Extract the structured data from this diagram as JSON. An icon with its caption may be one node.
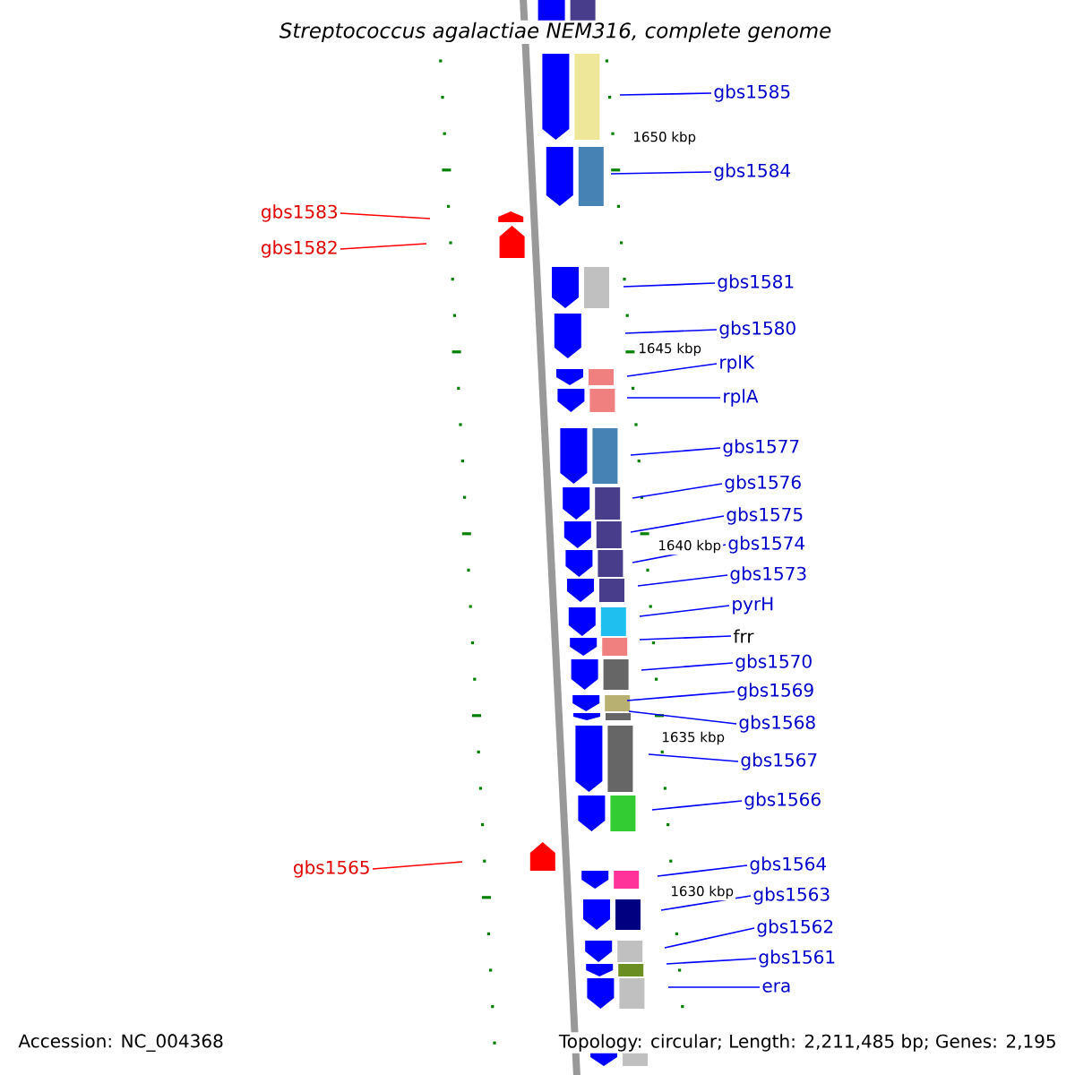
{
  "diagram": {
    "title": "Streptococcus agalactiae NEM316, complete genome",
    "nodes": [
      {
        "text": [
          "gbs1585"
        ]
      },
      {
        "text": [
          "gbs1584"
        ]
      },
      {
        "text": [
          "gbs1583"
        ]
      },
      {
        "text": [
          "gbs1582"
        ]
      },
      {
        "text": [
          "gbs1581"
        ]
      },
      {
        "text": [
          "gbs1580"
        ]
      },
      {
        "text": [
          "rplK"
        ]
      },
      {
        "text": [
          "rplA"
        ]
      },
      {
        "text": [
          "gbs1577"
        ]
      },
      {
        "text": [
          "gbs1576"
        ]
      },
      {
        "text": [
          "gbs1575"
        ]
      },
      {
        "text": [
          "gbs1574"
        ]
      },
      {
        "text": [
          "gbs1573"
        ]
      },
      {
        "text": [
          "pyrH"
        ]
      },
      {
        "text": [
          "frr"
        ]
      },
      {
        "text": [
          "gbs1570"
        ]
      },
      {
        "text": [
          "gbs1569"
        ]
      },
      {
        "text": [
          "gbs1568"
        ]
      },
      {
        "text": [
          "gbs1567"
        ]
      },
      {
        "text": [
          "gbs1566"
        ]
      },
      {
        "text": [
          "gbs1564"
        ]
      },
      {
        "text": [
          "gbs1565"
        ]
      },
      {
        "text": [
          "gbs1563"
        ]
      },
      {
        "text": [
          "gbs1562"
        ]
      },
      {
        "text": [
          "gbs1561"
        ]
      },
      {
        "text": [
          "era"
        ]
      }
    ],
    "edges": [
      {
        "from": 0,
        "to": null,
        "arrow": "none"
      },
      {
        "from": 1,
        "to": null,
        "arrow": "none"
      },
      {
        "from": 2,
        "to": null,
        "arrow": "none",
        "color": "#ff0000"
      },
      {
        "from": 3,
        "to": null,
        "arrow": "none",
        "color": "#ff0000"
      },
      {
        "from": 4,
        "to": null,
        "arrow": "none"
      },
      {
        "from": 5,
        "to": null,
        "arrow": "none"
      },
      {
        "from": 6,
        "to": null,
        "arrow": "none"
      },
      {
        "from": 7,
        "to": null,
        "arrow": "none"
      },
      {
        "from": 8,
        "to": null,
        "arrow": "none"
      },
      {
        "from": 9,
        "to": null,
        "arrow": "none"
      },
      {
        "from": 10,
        "to": null,
        "arrow": "none"
      },
      {
        "from": 11,
        "to": null,
        "arrow": "none"
      },
      {
        "from": 12,
        "to": null,
        "arrow": "none"
      },
      {
        "from": 13,
        "to": null,
        "arrow": "none"
      },
      {
        "from": 14,
        "to": null,
        "arrow": "none"
      },
      {
        "from": 15,
        "to": null,
        "arrow": "none"
      },
      {
        "from": 16,
        "to": null,
        "arrow": "none"
      },
      {
        "from": 17,
        "to": null,
        "arrow": "none"
      },
      {
        "from": 18,
        "to": null,
        "arrow": "none"
      },
      {
        "from": 19,
        "to": null,
        "arrow": "none"
      },
      {
        "from": 20,
        "to": null,
        "arrow": "none"
      },
      {
        "from": 21,
        "to": null,
        "arrow": "none",
        "color": "#ff0000"
      },
      {
        "from": 22,
        "to": null,
        "arrow": "none"
      },
      {
        "from": 23,
        "to": null,
        "arrow": "none"
      },
      {
        "from": 24,
        "to": null,
        "arrow": "none"
      },
      {
        "from": 25,
        "to": null,
        "arrow": "none"
      }
    ],
    "labels": [
      "1650 kbp",
      "1645 kbp",
      "1640 kbp",
      "1635 kbp",
      "1630 kbp",
      "Accession: NC_004368",
      "Topology: circular; Length: 2,211,485 bp; Genes: 2,195"
    ]
  }
}
